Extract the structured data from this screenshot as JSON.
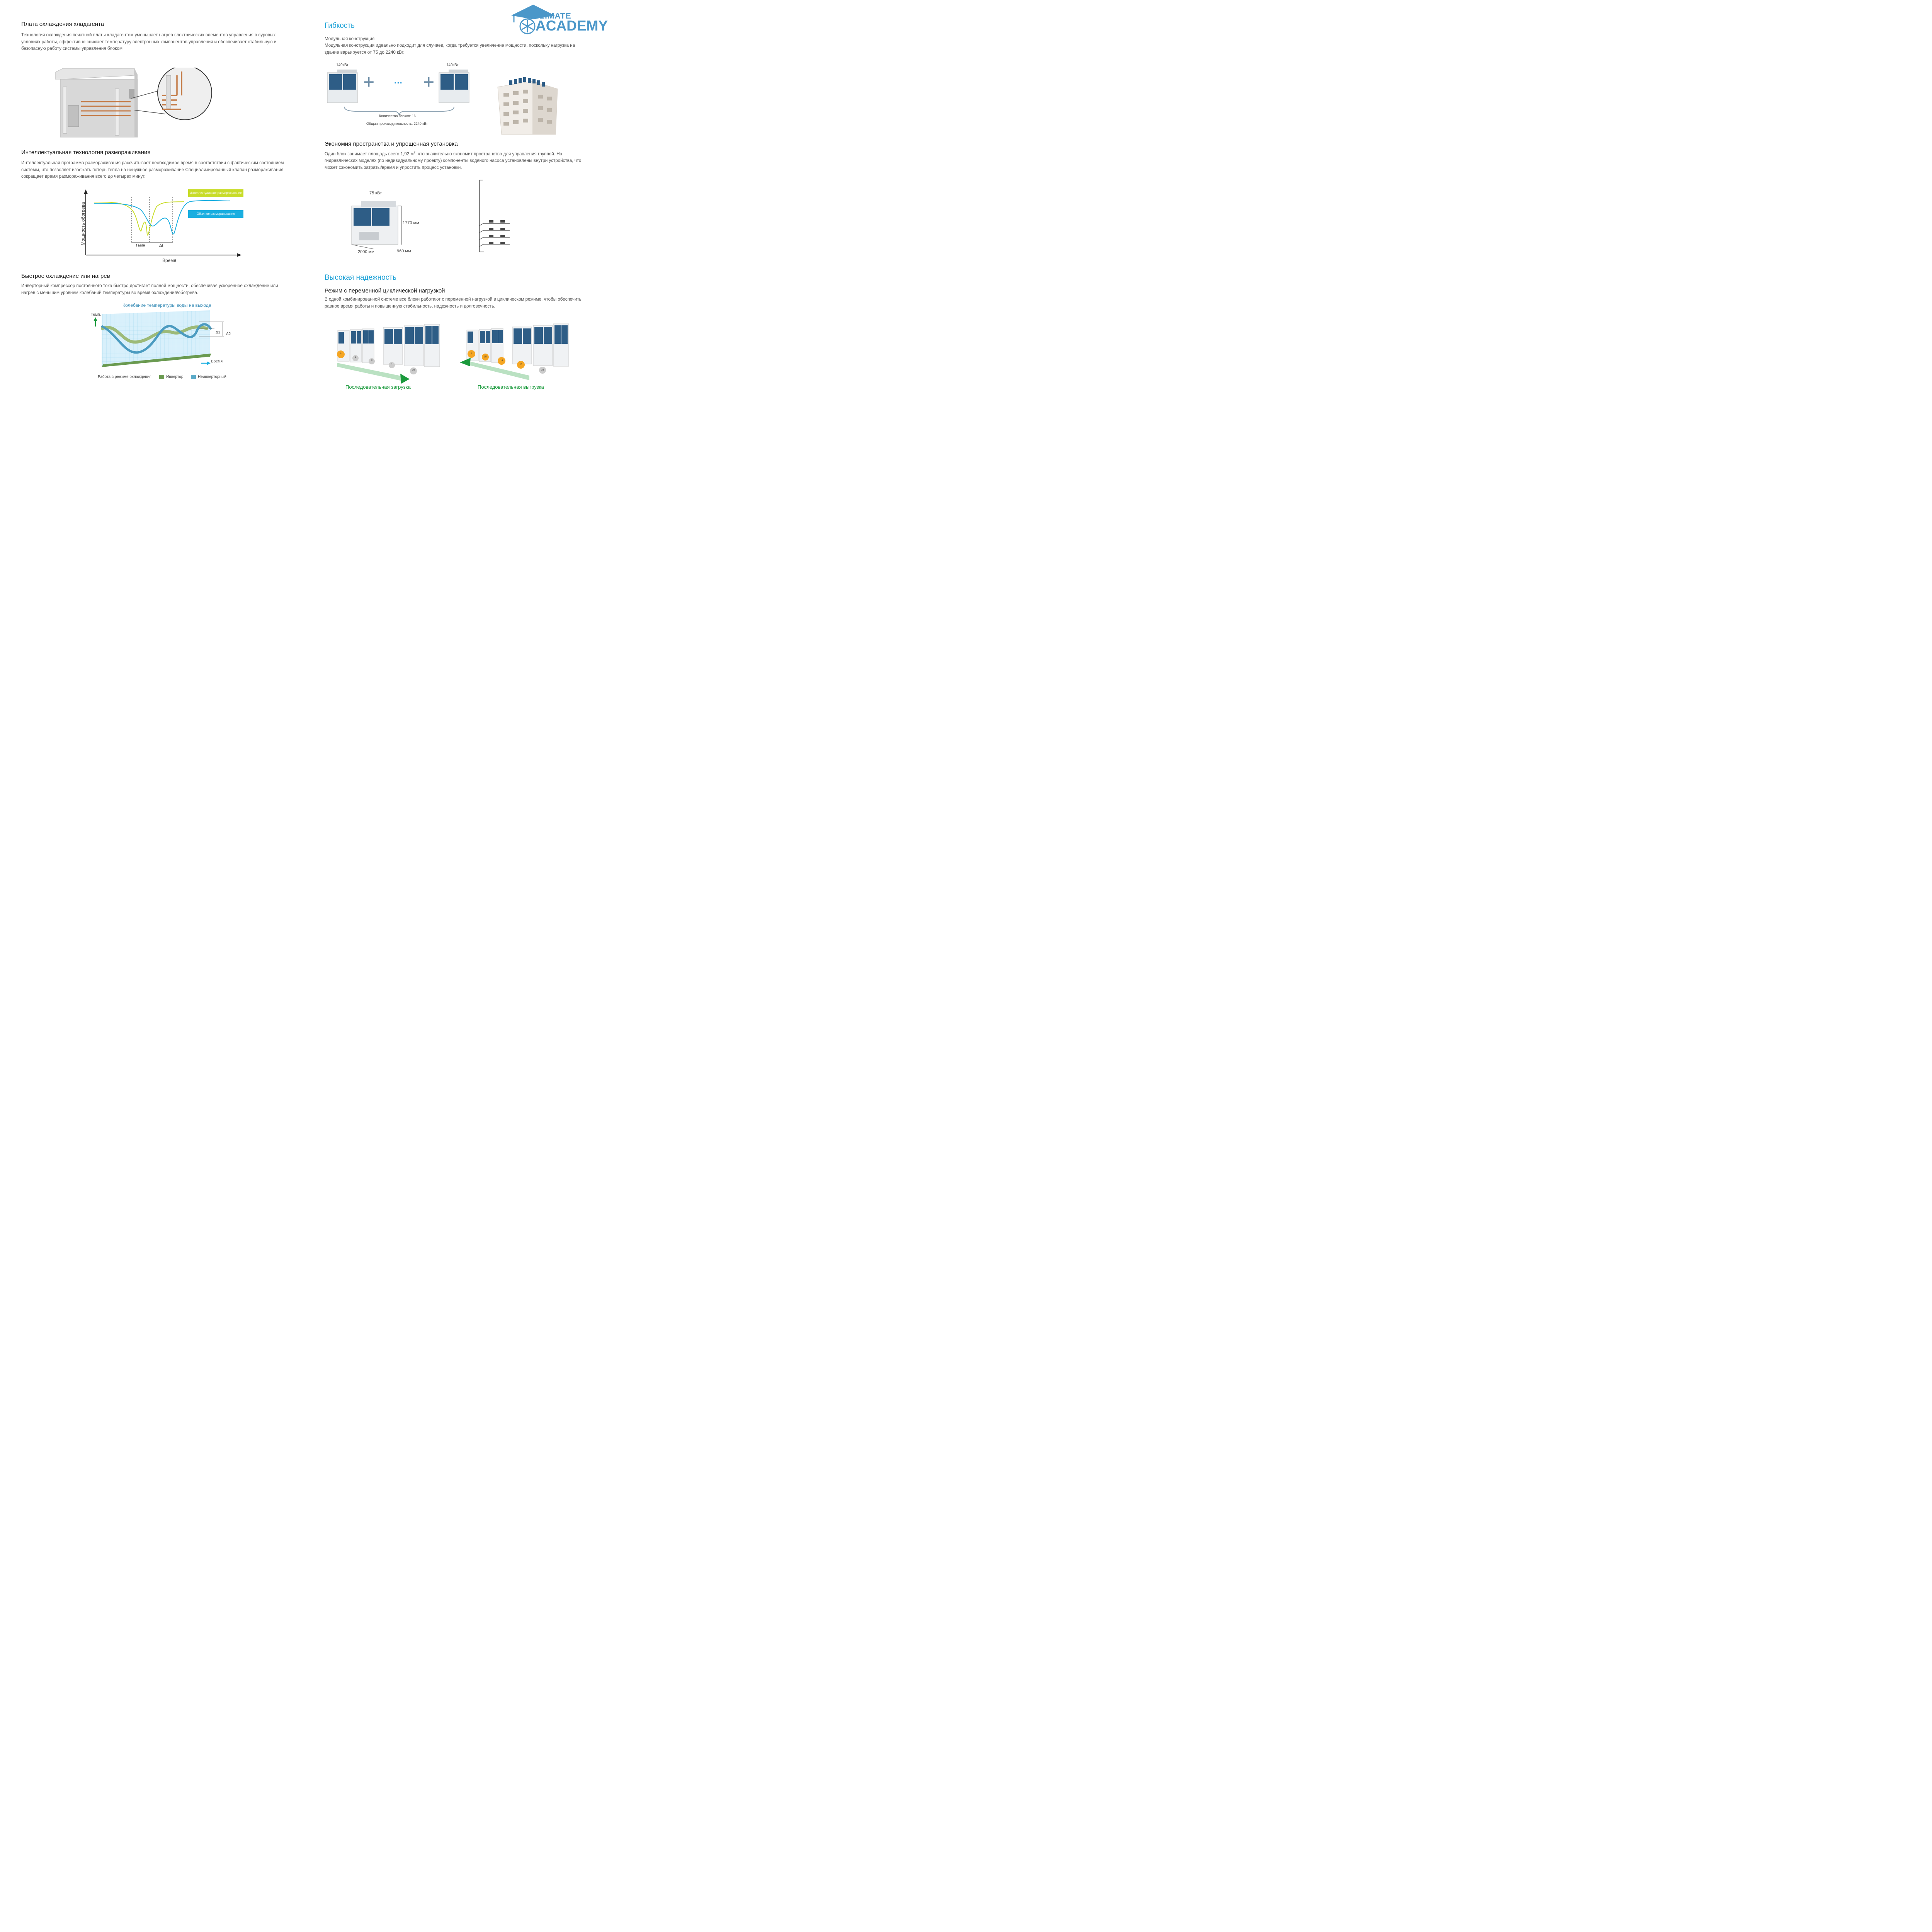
{
  "logo": {
    "top": "CLIMATE",
    "bottom": "ACADEMY"
  },
  "left": {
    "pcb": {
      "title": "Плата охлаждения хладагента",
      "text": "Технология охлаждения печатной платы хладагентом уменьшает нагрев электрических элементов управления в суровых условиях работы, эффективно снижает температуру электронных компонентов управления и обеспечивает стабильную и безопасную работу системы управления блоком."
    },
    "defrost": {
      "title": "Интеллектуальная технология размораживания",
      "text": "Интеллектуальная программа размораживания рассчитывает необходимое время в соответствии с фактическим состоянием системы, что позволяет избежать потерь тепла на ненужное размораживание  Специализированный клапан размораживания сокращает время размораживания всего до четырех минут.",
      "chart": {
        "ylabel": "Мощность обогрева",
        "xlabel": "Время",
        "legend_smart": "Интеллектуальное размораживание",
        "legend_normal": "Обычное размораживание",
        "t_label": "t мин",
        "dt_label": "Δt",
        "color_smart": "#c8dc28",
        "color_normal": "#1aaee0"
      }
    },
    "fast": {
      "title": "Быстрое охлаждение или нагрев",
      "text": "Инверторный компрессор постоянного тока быстро достигает полной мощности, обеспечивая ускоренное охлаждение или нагрев с меньшим уровнем колебаний температуры во время охлаждения/обогрева.",
      "chart": {
        "title": "Колебание температуры воды на выходе",
        "ylabel": "Темп.",
        "xlabel": "Время",
        "d1": "Δ1",
        "d2": "Δ2",
        "mode": "Работа в режиме охлаждения",
        "legend_inverter": "Инвертор",
        "legend_noninverter": "Неинверторный",
        "color_inverter": "#6a9a50",
        "color_noninverter": "#5aaac8"
      }
    }
  },
  "right": {
    "flex": {
      "heading": "Гибкость",
      "subtitle": "Модульная конструкция",
      "text": "Модульная конструкция идеально подходит для случаев, когда требуется увеличение мощности, поскольку нагрузка на здание варьируется от 75 до 2240 кВт.",
      "unit_left": "140кВт",
      "unit_right": "140кВт",
      "plus": "+",
      "dots": "···",
      "count": "Количество блоков: 16",
      "capacity": "Общая производительность: 2240 кВт"
    },
    "space": {
      "title": "Экономия пространства и упрощенная установка",
      "text_a": "Один блок занимает площадь всего 1,92 м",
      "text_sup": "2",
      "text_b": ", что значительно экономит пространство для управления группой. На гидравлических моделях (по индивидуальному проекту) компоненты водяного насоса установлены внутри устройства, что может сэкономить затраты/время и упростить процесс установки.",
      "power": "75 кВт",
      "height": "1770 мм",
      "width": "2000 мм",
      "depth": "960 мм"
    },
    "reliability": {
      "heading": "Высокая надежность",
      "title": "Режим с переменной циклической нагрузкой",
      "text": "В одной комбинированной системе все блоки работают с переменной нагрузкой в циклическом режиме, чтобы обеспечить равное время работы и повышенную стабильность, надежность и долговечность.",
      "load_label": "Последовательная загрузка",
      "unload_label": "Последовательная выгрузка",
      "load_nums": [
        "1",
        "2",
        "3",
        "4",
        "16"
      ],
      "unload_nums": [
        "1",
        "15",
        "14",
        "13",
        "16"
      ],
      "accent": "#1a9a3c"
    }
  }
}
